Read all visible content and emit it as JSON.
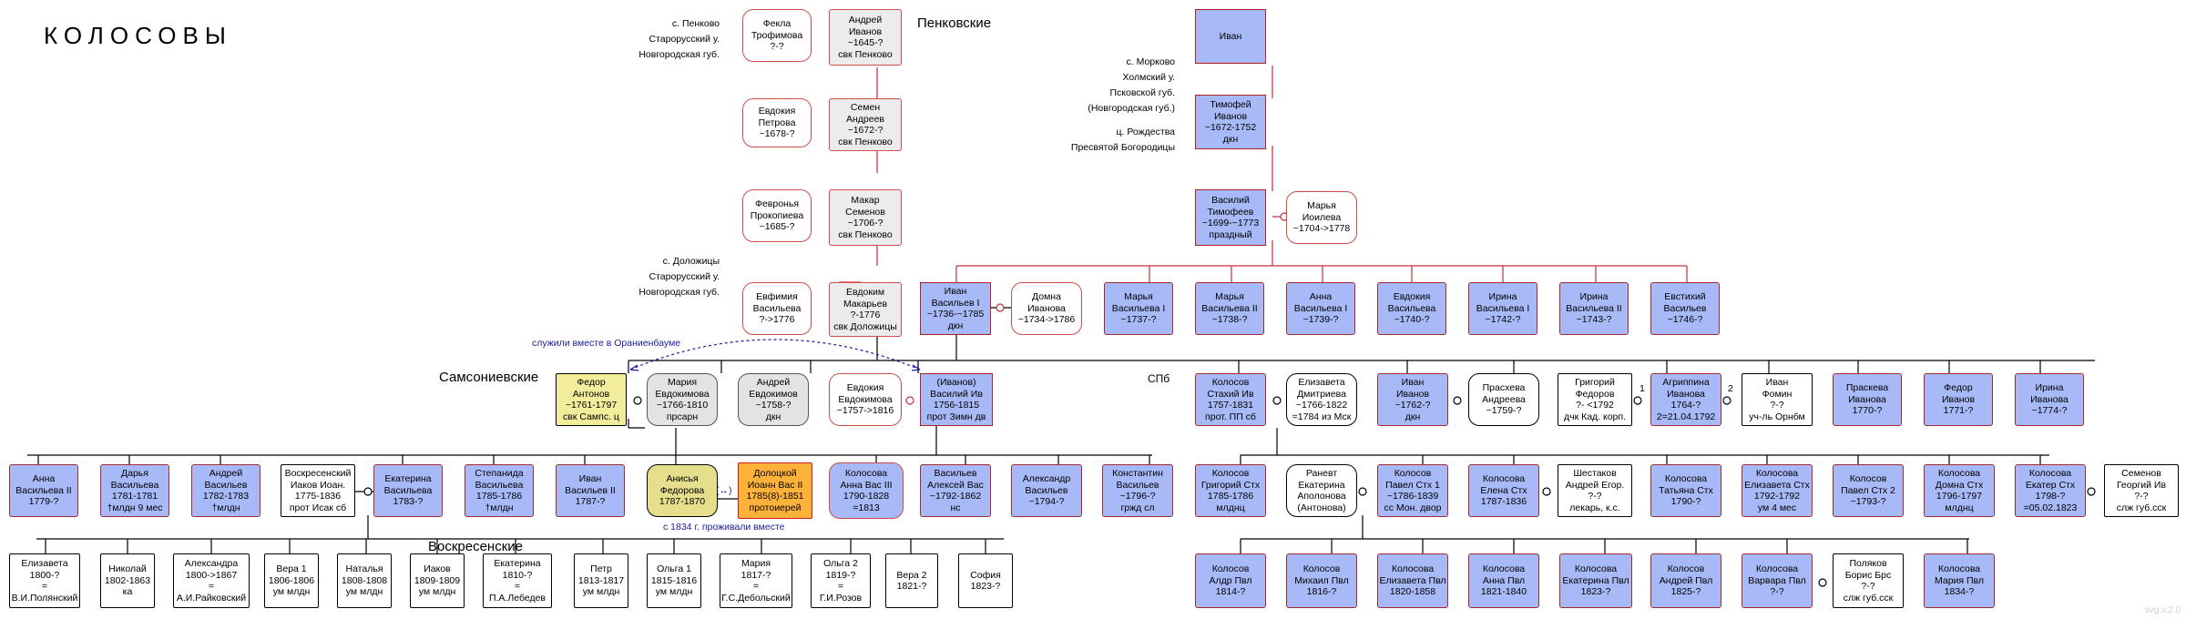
{
  "title": "КОЛОСОВЫ",
  "sections": {
    "penkovskie": "Пенковские",
    "samsonievskie": "Самсониевские",
    "voskresenskie": "Воскресенские",
    "spb": "СПб"
  },
  "notes": {
    "served": "служили вместе в Ораниенбауме",
    "lived": "с 1834 г. проживали вместе",
    "arrow": "(↔)",
    "version": "svg.v.2.0",
    "penkovo": "с. Пенково\nСтарорусский у.\nНовгородская губ.",
    "morkovo": "с. Морково\nХолмский у.\nПсковской губ.\n(Новгородская губ.)",
    "rozhdestvo": "ц. Рождества\nПресвятой Богородицы",
    "dolozhitsy": "с. Доложицы\nСтарорусский у.\nНовгородская губ.",
    "num1": "1",
    "num2": "2"
  },
  "persons": [
    {
      "id": "fekla",
      "text": "Фекла\nТрофимова\n?-?"
    },
    {
      "id": "andrey-iv",
      "text": "Андрей\nИванов\n~1645-?\nсвк Пенково"
    },
    {
      "id": "evdokia-p",
      "text": "Евдокия\nПетрова\n~1678-?"
    },
    {
      "id": "semen",
      "text": "Семен\nАндреев\n~1672-?\nсвк Пенково"
    },
    {
      "id": "fevronia",
      "text": "Февронья\nПрокопиева\n~1685-?"
    },
    {
      "id": "makar",
      "text": "Макар\nСеменов\n~1706-?\nсвк Пенково"
    },
    {
      "id": "evfimia",
      "text": "Евфимия\nВасильева\n?->1776"
    },
    {
      "id": "evdokim",
      "text": "Евдоким\nМакарьев\n?-1776\nсвк Доложицы"
    },
    {
      "id": "ivan-top",
      "text": "Иван"
    },
    {
      "id": "timofey",
      "text": "Тимофей\nИванов\n~1672-1752\nдкн"
    },
    {
      "id": "vasiliy",
      "text": "Василий\nТимофеев\n~1699-~1773\nпраздный"
    },
    {
      "id": "marya-i",
      "text": "Марья\nИоилева\n~1704->1778"
    },
    {
      "id": "ivan-v1",
      "text": "Иван\nВасильев I\n~1736-~1785\nдкн"
    },
    {
      "id": "domna",
      "text": "Домна\nИванова\n~1734->1786"
    },
    {
      "id": "marya-v1",
      "text": "Марья\nВасильева I\n~1737-?"
    },
    {
      "id": "marya-v2",
      "text": "Марья\nВасильева II\n~1738-?"
    },
    {
      "id": "anna-v1",
      "text": "Анна\nВасильева I\n~1739-?"
    },
    {
      "id": "evdokia-v",
      "text": "Евдокия\nВасильева\n~1740-?"
    },
    {
      "id": "irina-v1",
      "text": "Ирина\nВасильева I\n~1742-?"
    },
    {
      "id": "irina-v2",
      "text": "Ирина\nВасильева II\n~1743-?"
    },
    {
      "id": "evstikhiy",
      "text": "Евстихий\nВасильев\n~1746-?"
    },
    {
      "id": "fedor-a",
      "text": "Федор\nАнтонов\n~1761-1797\nсвк Сампс. ц"
    },
    {
      "id": "maria-e",
      "text": "Мария\nЕвдокимова\n~1766-1810\nпрсарн"
    },
    {
      "id": "andrey-e",
      "text": "Андрей\nЕвдокимов\n~1758-?\nдкн"
    },
    {
      "id": "evdokia-e",
      "text": "Евдокия\nЕвдокимова\n~1757->1816"
    },
    {
      "id": "vasiliy-iv",
      "text": "(Иванов)\nВасилий Ив\n1756-1815\nпрот Зимн дв"
    },
    {
      "id": "kolosov-stakhiy",
      "text": "Колосов\nСтахий Ив\n1757-1831\nпрот. ПП сб"
    },
    {
      "id": "elizaveta-d",
      "text": "Елизавета\nДмитриева\n~1766-1822\n=1784 из Мск"
    },
    {
      "id": "ivan-iv",
      "text": "Иван\nИванов\n~1762-?\nдкн"
    },
    {
      "id": "praskhevya-a",
      "text": "Прасхева\nАндреева\n~1759-?"
    },
    {
      "id": "grigoriy-f",
      "text": "Григорий\nФедоров\n?- <1792\nдчк Кад. корп."
    },
    {
      "id": "agrippina",
      "text": "Агриппина\nИванова\n1764-?\n2=21.04.1792"
    },
    {
      "id": "ivan-fomin",
      "text": "Иван\nФомин\n?-?\nуч-ль Орнбм"
    },
    {
      "id": "praskeva-iv",
      "text": "Праскева\nИванова\n1770-?"
    },
    {
      "id": "fedor-iv",
      "text": "Федор\nИванов\n1771-?"
    },
    {
      "id": "irina-iv",
      "text": "Ирина\nИванова\n~1774-?"
    },
    {
      "id": "anna-v2",
      "text": "Анна\nВасильева II\n1779-?"
    },
    {
      "id": "darya-v",
      "text": "Дарья\nВасильева\n1781-1781\n†млдн 9 мес"
    },
    {
      "id": "andrey-v",
      "text": "Андрей\nВасильев\n1782-1783\n†млдн"
    },
    {
      "id": "voskr-iakov",
      "text": "Воскресенский\nИаков Иоан.\n1775-1836\nпрот Исак сб"
    },
    {
      "id": "ekaterina-v",
      "text": "Екатерина\nВасильева\n1783-?"
    },
    {
      "id": "stepanida",
      "text": "Степанида\nВасильева\n1785-1786\n†млдн"
    },
    {
      "id": "ivan-v2",
      "text": "Иван\nВасильев II\n1787-?"
    },
    {
      "id": "anisya",
      "text": "Анисья\nФедорова\n1787-1870"
    },
    {
      "id": "dolotskoy",
      "text": "Долоцкой\nИоанн Вас II\n1785(8)-1851\nпротоиерей"
    },
    {
      "id": "kolosova-anna",
      "text": "Колосова\nАнна Вас III\n1790-1828\n=1813"
    },
    {
      "id": "vasiliev-aleksey",
      "text": "Васильев\nАлексей Вас\n~1792-1862\nнс"
    },
    {
      "id": "aleksandr-v",
      "text": "Александр\nВасильев\n~1794-?"
    },
    {
      "id": "konstantin-v",
      "text": "Константин\nВасильев\n~1796-?\nгржд сл"
    },
    {
      "id": "kolosov-grigoriy",
      "text": "Колосов\nГригорий Стх\n1785-1786\nмлднц"
    },
    {
      "id": "ranevt",
      "text": "Раневт\nЕкатерина\nАполонова\n(Антонова)"
    },
    {
      "id": "kolosov-pavel",
      "text": "Колосов\nПавел Стх 1\n~1786-1839\nсс Мон. двор"
    },
    {
      "id": "kolosova-elena",
      "text": "Колосова\nЕлена Стх\n1787-1836"
    },
    {
      "id": "shestakov",
      "text": "Шестаков\nАндрей Егор.\n?-?\nлекарь, к.с."
    },
    {
      "id": "kolosova-tatyana",
      "text": "Колосова\nТатьяна Стх\n1790-?"
    },
    {
      "id": "kolosova-elizaveta",
      "text": "Колосова\nЕлизавета Стх\n1792-1792\nум 4 мес"
    },
    {
      "id": "kolosov-pavel2",
      "text": "Колосов\nПавел Стх 2\n~1793-?"
    },
    {
      "id": "kolosova-domna",
      "text": "Колосова\nДомна Стх\n1796-1797\nмлднц"
    },
    {
      "id": "kolosova-ekater",
      "text": "Колосова\nЕкатер Стх\n1798-?\n=05.02.1823"
    },
    {
      "id": "semenov",
      "text": "Семенов\nГеоргий Ив\n?-?\nслж губ.сск"
    },
    {
      "id": "elizaveta-1800",
      "text": "Елизавета\n1800-?\n=\nВ.И.Полянский"
    },
    {
      "id": "nikolay",
      "text": "Николай\n1802-1863\nка"
    },
    {
      "id": "aleksandra",
      "text": "Александра\n1800->1867\n=\nА.И.Райковский"
    },
    {
      "id": "vera1",
      "text": "Вера 1\n1806-1806\nум млдн"
    },
    {
      "id": "natalya",
      "text": "Наталья\n1808-1808\nум млдн"
    },
    {
      "id": "iakov",
      "text": "Иаков\n1809-1809\nум млдн"
    },
    {
      "id": "ekaterina-1810",
      "text": "Екатерина\n1810-?\n=\nП.А.Лебедев"
    },
    {
      "id": "petr",
      "text": "Петр\n1813-1817\nум млдн"
    },
    {
      "id": "olga1",
      "text": "Ольга 1\n1815-1816\nум млдн"
    },
    {
      "id": "maria-1817",
      "text": "Мария\n1817-?\n=\nГ.С.Дебольский"
    },
    {
      "id": "olga2",
      "text": "Ольга 2\n1819-?\n=\nГ.И.Розов"
    },
    {
      "id": "vera2",
      "text": "Вера 2\n1821-?"
    },
    {
      "id": "sofia",
      "text": "София\n1823-?"
    },
    {
      "id": "aldr",
      "text": "Колосов\nАлдр Пвл\n1814-?"
    },
    {
      "id": "mikhail",
      "text": "Колосов\nМихаил Пвл\n1816-?"
    },
    {
      "id": "elizaveta-pvl",
      "text": "Колосова\nЕлизавета Пвл\n1820-1858"
    },
    {
      "id": "anna-pvl",
      "text": "Колосова\nАнна Пвл\n1821-1840"
    },
    {
      "id": "ekaterina-pvl",
      "text": "Колосова\nЕкатерина Пвл\n1823-?"
    },
    {
      "id": "andrey-pvl",
      "text": "Колосов\nАндрей Пвл\n1825-?"
    },
    {
      "id": "varvara-pvl",
      "text": "Колосова\nВарвара Пвл\n?-?"
    },
    {
      "id": "polyakov",
      "text": "Поляков\nБорис Брс\n?-?\nслж губ.сск"
    },
    {
      "id": "maria-pvl",
      "text": "Колосова\nМария Пвл\n1834-?"
    }
  ]
}
